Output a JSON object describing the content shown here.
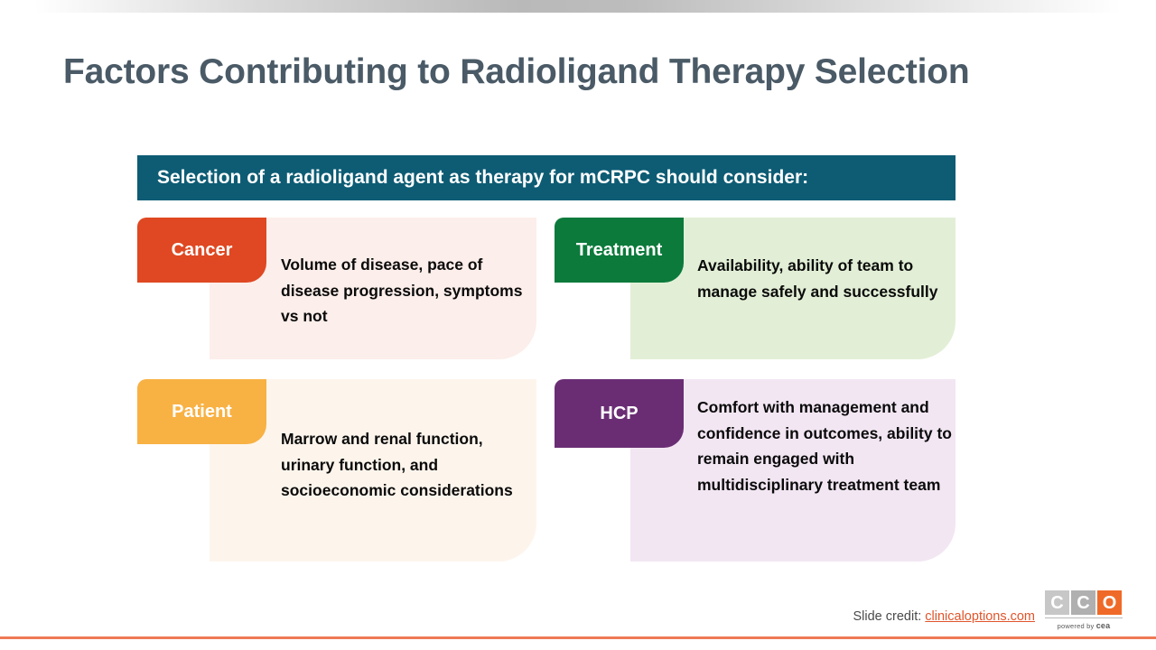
{
  "slide": {
    "title": "Factors Contributing to Radioligand Therapy Selection",
    "header_band": "Selection of a radioligand agent as therapy for mCRPC should consider:"
  },
  "cards": [
    {
      "tag": "Cancer",
      "body": "Volume of disease, pace of disease progression, symptoms vs not",
      "tag_color": "#df4822",
      "panel_color": "#fceeea"
    },
    {
      "tag": "Treatment",
      "body": "Availability, ability of team to manage safely and successfully",
      "tag_color": "#0b7a3b",
      "panel_color": "#e2efd6"
    },
    {
      "tag": "Patient",
      "body": "Marrow and renal function, urinary function, and socioeconomic considerations",
      "tag_color": "#f8b143",
      "panel_color": "#fdf5ec"
    },
    {
      "tag": "HCP",
      "body": "Comfort with management and confidence in outcomes, ability to remain engaged with multidisciplinary treatment team",
      "tag_color": "#6a2d74",
      "panel_color": "#f2e6f3"
    }
  ],
  "footer": {
    "credit_label": "Slide credit:",
    "credit_link": "clinicaloptions.com",
    "logo": {
      "letter_1": "C",
      "letter_2": "C",
      "letter_3": "O",
      "tagline_prefix": "powered by ",
      "tagline_brand": "cea"
    }
  },
  "theme": {
    "title_color": "#4a5a66",
    "header_band_color": "#0d5c74",
    "accent_rule_color": "#ee7a55",
    "link_color": "#e0552b"
  }
}
